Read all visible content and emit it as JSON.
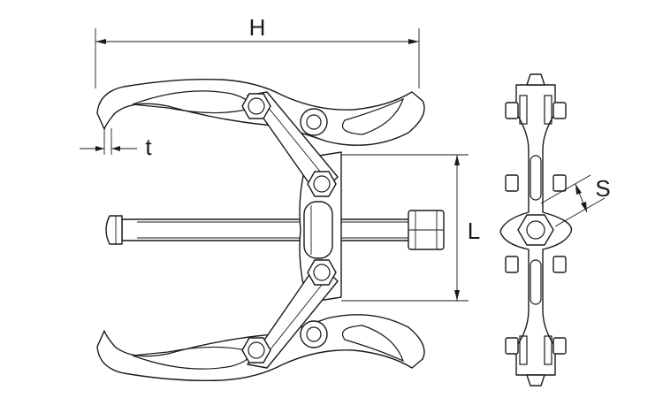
{
  "diagram": {
    "dimensions": {
      "width_label": "H",
      "thickness_label": "t",
      "length_label": "L",
      "spanner_label": "S"
    },
    "colors": {
      "line": "#1a1a1a",
      "background": "#ffffff"
    }
  }
}
